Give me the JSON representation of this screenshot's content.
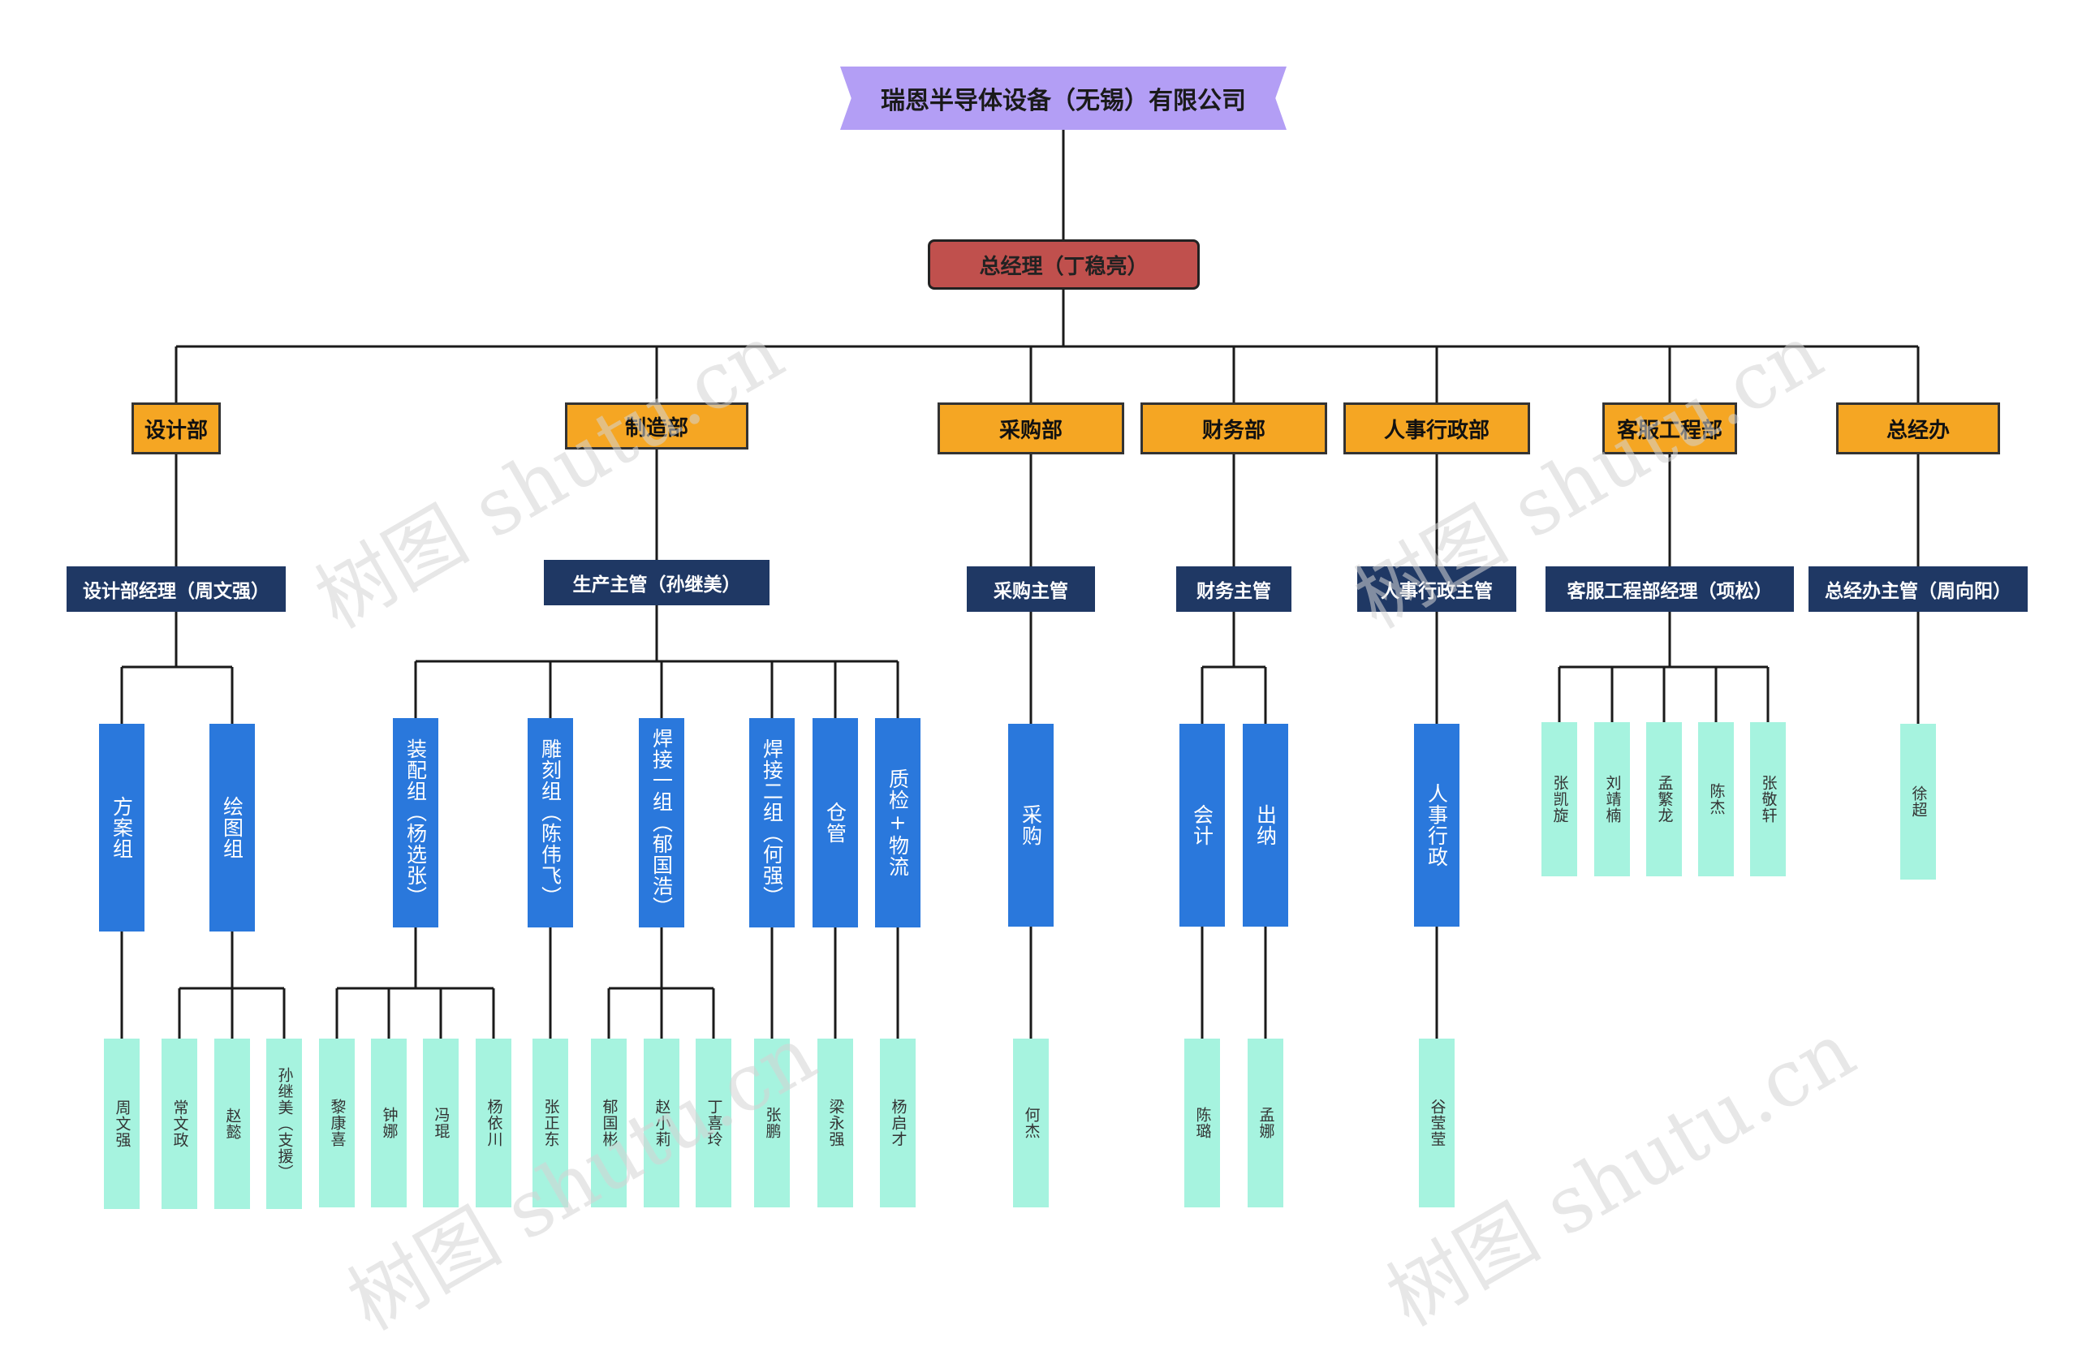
{
  "watermark": "树图 shutu.cn",
  "colors": {
    "line": "#1a1a1a",
    "root": "#b39ef5",
    "gm": "#c0504d",
    "dept": "#f5a623",
    "manager": "#1f3864",
    "group": "#2a78dc",
    "member": "#a6f3df"
  },
  "company": "瑞恩半导体设备（无锡）有限公司",
  "general_manager": "总经理（丁稳亮）",
  "departments": [
    {
      "name": "设计部",
      "manager": "设计部经理（周文强）",
      "groups": [
        {
          "name": "方案组",
          "members": [
            "周文强"
          ]
        },
        {
          "name": "绘图组",
          "members": [
            "常文政",
            "赵懿",
            "孙继美（支援）"
          ]
        }
      ]
    },
    {
      "name": "制造部",
      "manager": "生产主管（孙继美）",
      "groups": [
        {
          "name": "装配组（杨选张）",
          "members": [
            "黎康喜",
            "钟娜",
            "冯琨",
            "杨依川"
          ]
        },
        {
          "name": "雕刻组（陈伟飞）",
          "members": [
            "张正东"
          ]
        },
        {
          "name": "焊接一组（郁国浩）",
          "members": [
            "郁国彬",
            "赵小莉",
            "丁喜玲"
          ]
        },
        {
          "name": "焊接二组（何强）",
          "members": [
            "张鹏"
          ]
        },
        {
          "name": "仓管",
          "members": [
            "梁永强"
          ]
        },
        {
          "name": "质检+物流",
          "members": [
            "杨启才"
          ]
        }
      ]
    },
    {
      "name": "采购部",
      "manager": "采购主管",
      "groups": [
        {
          "name": "采购",
          "members": [
            "何杰"
          ]
        }
      ]
    },
    {
      "name": "财务部",
      "manager": "财务主管",
      "groups": [
        {
          "name": "会计",
          "members": [
            "陈璐"
          ]
        },
        {
          "name": "出纳",
          "members": [
            "孟娜"
          ]
        }
      ]
    },
    {
      "name": "人事行政部",
      "manager": "人事行政主管",
      "groups": [
        {
          "name": "人事行政",
          "members": [
            "谷莹莹"
          ]
        }
      ]
    },
    {
      "name": "客服工程部",
      "manager": "客服工程部经理（项松）",
      "groups": [],
      "members": [
        "张凯旋",
        "刘靖楠",
        "孟繁龙",
        "陈杰",
        "张敬轩"
      ]
    },
    {
      "name": "总经办",
      "manager": "总经办主管（周向阳）",
      "groups": [],
      "members": [
        "徐超"
      ]
    }
  ]
}
